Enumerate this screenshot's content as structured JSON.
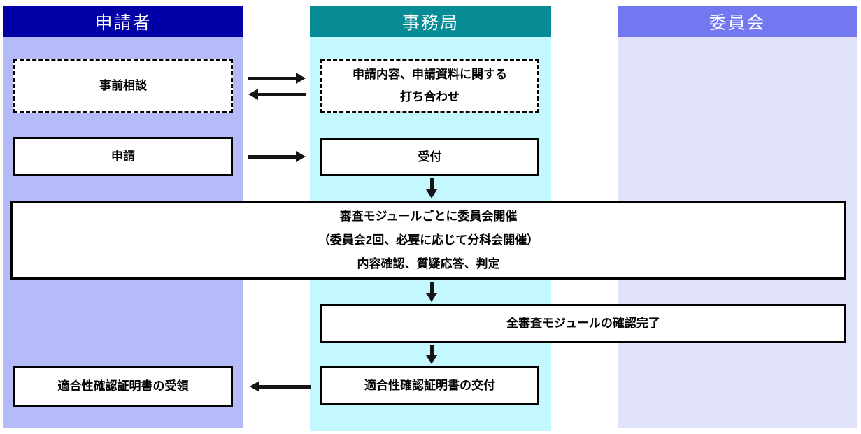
{
  "diagram": {
    "lanes": {
      "applicant": {
        "title": "申請者"
      },
      "secretariat": {
        "title": "事務局"
      },
      "committee": {
        "title": "委員会"
      }
    },
    "nodes": {
      "pre_consultation": {
        "label": "事前相談",
        "style": "dashed"
      },
      "application_meeting": {
        "line1": "申請内容、申請資料に関する",
        "line2": "打ち合わせ",
        "style": "dashed"
      },
      "application": {
        "label": "申請"
      },
      "reception": {
        "label": "受付"
      },
      "committee_review": {
        "line1": "審査モジュールごとに委員会開催",
        "line2": "（委員会2回、必要に応じて分科会開催）",
        "line3": "内容確認、質疑応答、判定"
      },
      "all_modules_confirmed": {
        "label": "全審査モジュールの確認完了"
      },
      "certificate_issuance": {
        "label": "適合性確認証明書の交付"
      },
      "certificate_receipt": {
        "label": "適合性確認証明書の受領"
      }
    },
    "colors": {
      "applicant_header": "#0000A6",
      "applicant_body": "#B5BBF8",
      "secretariat_header": "#078C96",
      "secretariat_body": "#C3F8FE",
      "committee_header": "#7478F0",
      "committee_body": "#E0E2FA",
      "box_background": "#FFFFFF",
      "box_border": "#000000",
      "arrow": "#151515"
    }
  }
}
